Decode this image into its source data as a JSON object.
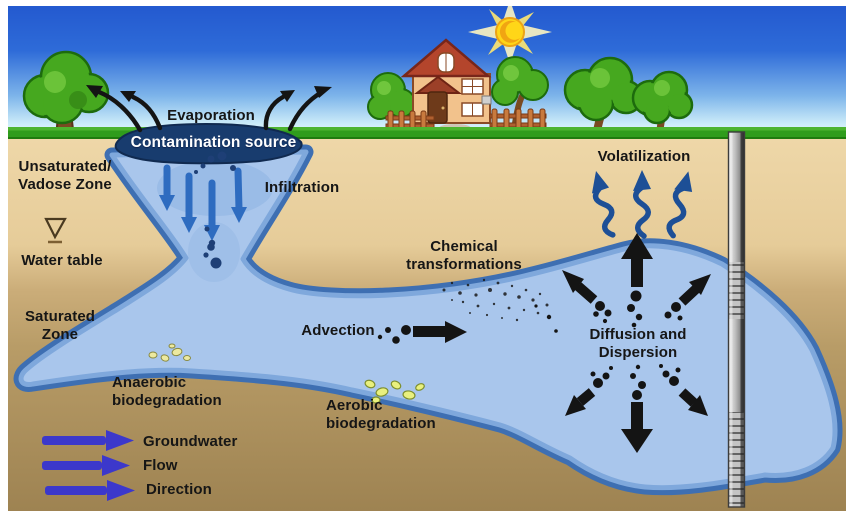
{
  "title": "Groundwater contamination plume processes diagram",
  "labels": {
    "evaporation": "Evaporation",
    "contamination_source": "Contamination source",
    "unsaturated_line1": "Unsaturated/",
    "unsaturated_line2": "Vadose Zone",
    "infiltration": "Infiltration",
    "water_table": "Water table",
    "saturated_line1": "Saturated",
    "saturated_line2": "Zone",
    "anaerobic_line1": "Anaerobic",
    "anaerobic_line2": "biodegradation",
    "advection": "Advection",
    "chemical_line1": "Chemical",
    "chemical_line2": "transformations",
    "volatilization": "Volatilization",
    "diffusion_line1": "Diffusion and",
    "diffusion_line2": "Dispersion",
    "aerobic_line1": "Aerobic",
    "aerobic_line2": "biodegradation",
    "legend_line1": "Groundwater",
    "legend_line2": "Flow",
    "legend_line3": "Direction"
  },
  "icons": {
    "sun": "sun-icon",
    "house": "house-icon",
    "trees": "tree-icon",
    "well": "monitoring-well",
    "water_table_marker": "water-table-icon",
    "flow_arrows": "arrow-right-icon",
    "infiltration_arrows": "arrow-down-icon",
    "volatilization_arrows": "wavy-arrow-up-icon"
  },
  "colors": {
    "sky_top": "#2257ce",
    "sky_horizon": "#d9f1fb",
    "grass": "#2f9c1c",
    "soil_unsaturated": "#ecd5a6",
    "soil_saturated": "#a98c58",
    "plume_fill": "#a9c6ec",
    "plume_edge": "#3e6fb2",
    "source_blob": "#183c6e",
    "arrow_black": "#141414",
    "arrow_volatilization": "#1d4f96",
    "arrow_infiltration": "#2e6cc0",
    "arrow_groundwater_flow": "#3c38cb",
    "microbes_yellow": "#ebe98e",
    "well_pipe": "#b9b9b9"
  }
}
